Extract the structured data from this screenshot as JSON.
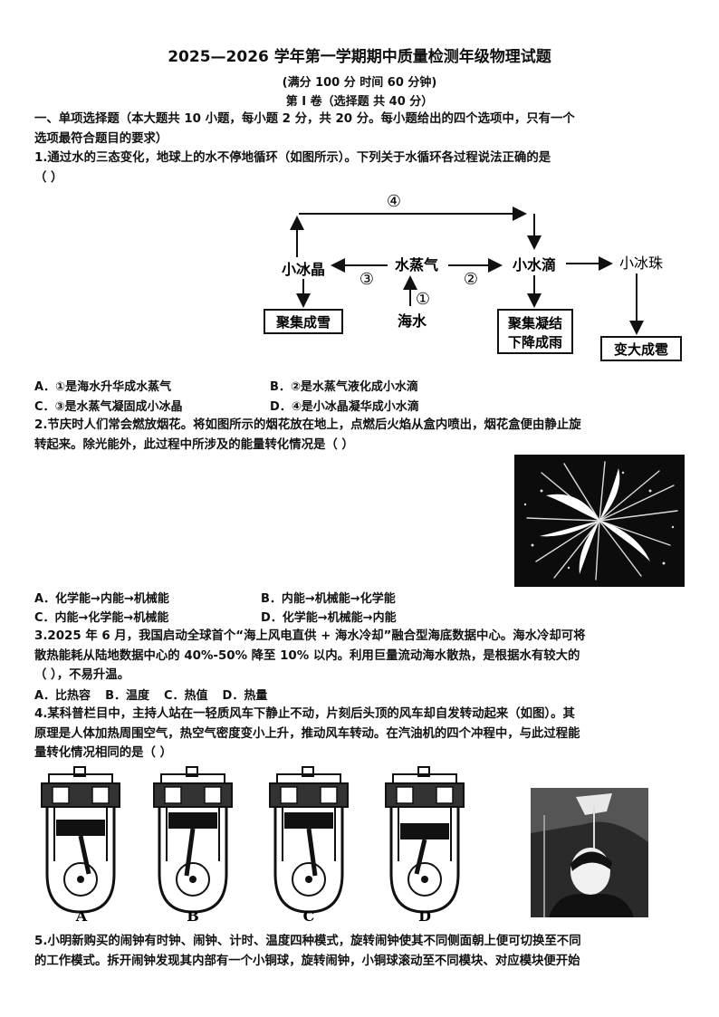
{
  "header": {
    "title": "2025—2026 学年第一学期期中质量检测年级物理试题",
    "meta": "(满分 100 分     时间 60 分钟)",
    "volume": "第 I 卷（选择题 共 40 分）"
  },
  "section1": {
    "line1": "一、单项选择题（本大题共 10 小题，每小题 2 分，共 20 分。每小题给出的四个选项中，只有一个",
    "line2": "选项最符合题目的要求）"
  },
  "q1": {
    "line1": "1.通过水的三态变化，地球上的水不停地循环（如图所示）。下列关于水循环各过程说法正确的是",
    "line2": "（      ）",
    "diagram": {
      "ice_crystal": "小冰晶",
      "vapor": "水蒸气",
      "droplet": "小水滴",
      "ice_ball": "小冰珠",
      "sea": "海水",
      "snow": "聚集成雪",
      "rain_line1": "聚集凝结",
      "rain_line2": "下降成雨",
      "hail": "变大成雹",
      "n1": "①",
      "n2": "②",
      "n3": "③",
      "n4": "④"
    },
    "options": {
      "A": "A．①是海水升华成水蒸气",
      "B": "B．②是水蒸气液化成小水滴",
      "C": "C．③是水蒸气凝固成小冰晶",
      "D": "D．④是小冰晶凝华成小水滴"
    }
  },
  "q2": {
    "line1": "2.节庆时人们常会燃放烟花。将如图所示的烟花放在地上，点燃后火焰从盒内喷出，烟花盒便由静止旋",
    "line2": "转起来。除光能外，此过程中所涉及的能量转化情况是（        ）",
    "options": {
      "A": "A．化学能→内能→机械能",
      "B": "B．内能→机械能→化学能",
      "C": "C．内能→化学能→机械能",
      "D": "D．化学能→机械能→内能"
    }
  },
  "q3": {
    "line1": "3.2025 年 6 月，我国启动全球首个“海上风电直供 + 海水冷却”融合型海底数据中心。海水冷却可将",
    "line2": "散热能耗从陆地数据中心的 40%-50% 降至 10% 以内。利用巨量流动海水散热，是根据水有较大的",
    "line3": "（        ），不易升温。",
    "options": {
      "A": "A．比热容",
      "B": "B．温度",
      "C": "C．热值",
      "D": "D．热量"
    }
  },
  "q4": {
    "line1": "4.某科普栏目中，主持人站在一轻质风车下静止不动，片刻后头顶的风车却自发转动起来（如图）。其",
    "line2": "原理是人体加热周围空气，热空气密度变小上升，推动风车转动。在汽油机的四个冲程中，与此过程能",
    "line3": "量转化情况相同的是（      ）",
    "labels": [
      "A",
      "B",
      "C",
      "D"
    ]
  },
  "q5": {
    "line1": "5.小明新购买的闹钟有时钟、闹钟、计时、温度四种模式，旋转闹钟使其不同侧面朝上便可切换至不同",
    "line2": "的工作模式。拆开闹钟发现其内部有一个小铜球，旋转闹钟，小铜球滚动至不同模块、对应模块便开始"
  }
}
